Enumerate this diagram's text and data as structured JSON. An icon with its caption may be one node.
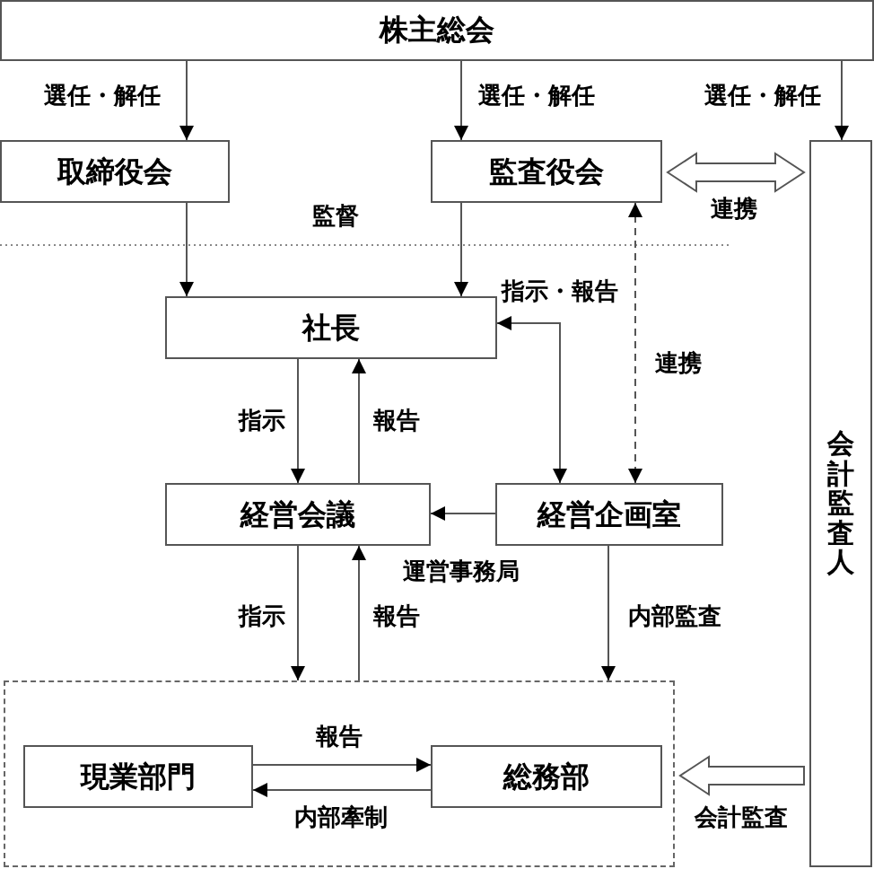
{
  "diagram": {
    "nodes": [
      {
        "text": [
          "株主総会"
        ]
      },
      {
        "text": [
          "取締役会"
        ]
      },
      {
        "text": [
          "監査役会"
        ]
      },
      {
        "text": [
          "会計監査人"
        ]
      },
      {
        "text": [
          "社長"
        ]
      },
      {
        "text": [
          "経営会議"
        ]
      },
      {
        "text": [
          "経営企画室"
        ]
      },
      {
        "text": [],
        "shape": "box"
      },
      {
        "text": [
          "現業部門"
        ],
        "in": 7
      },
      {
        "text": [
          "総務部"
        ],
        "in": 7
      }
    ],
    "edges": [
      {
        "from": 0,
        "to": 1,
        "arrow": "to",
        "label": "選任・解任"
      },
      {
        "from": 0,
        "to": 2,
        "arrow": "to",
        "label": "選任・解任"
      },
      {
        "from": 0,
        "to": 3,
        "arrow": "to",
        "label": "選任・解任"
      },
      {
        "from": 2,
        "to": 3,
        "arrow": "both",
        "style": "thick",
        "label": "連携"
      },
      {
        "from": 1,
        "to": 4,
        "arrow": "to"
      },
      {
        "from": 2,
        "to": 4,
        "arrow": "to"
      },
      {
        "from": 2,
        "to": 6,
        "arrow": "both",
        "style": "dashed",
        "label": "連携"
      },
      {
        "from": 4,
        "to": 6,
        "arrow": "both",
        "label": "指示・報告"
      },
      {
        "from": 4,
        "to": 5,
        "arrow": "to",
        "label": "指示"
      },
      {
        "from": 5,
        "to": 4,
        "arrow": "to",
        "label": "報告"
      },
      {
        "from": 6,
        "to": 5,
        "arrow": "to"
      },
      {
        "from": 5,
        "to": 7,
        "arrow": "to",
        "label": "指示"
      },
      {
        "from": 7,
        "to": 5,
        "arrow": "to",
        "label": "報告"
      },
      {
        "from": 6,
        "to": 7,
        "arrow": "to",
        "label": "内部監査"
      },
      {
        "from": 8,
        "to": 9,
        "arrow": "to",
        "label": "報告"
      },
      {
        "from": 9,
        "to": 8,
        "arrow": "to",
        "label": "内部牽制"
      },
      {
        "from": 3,
        "to": 7,
        "arrow": "to",
        "style": "thick",
        "label": "会計監査"
      }
    ],
    "labels": [
      "監督",
      "運営事務局"
    ]
  }
}
